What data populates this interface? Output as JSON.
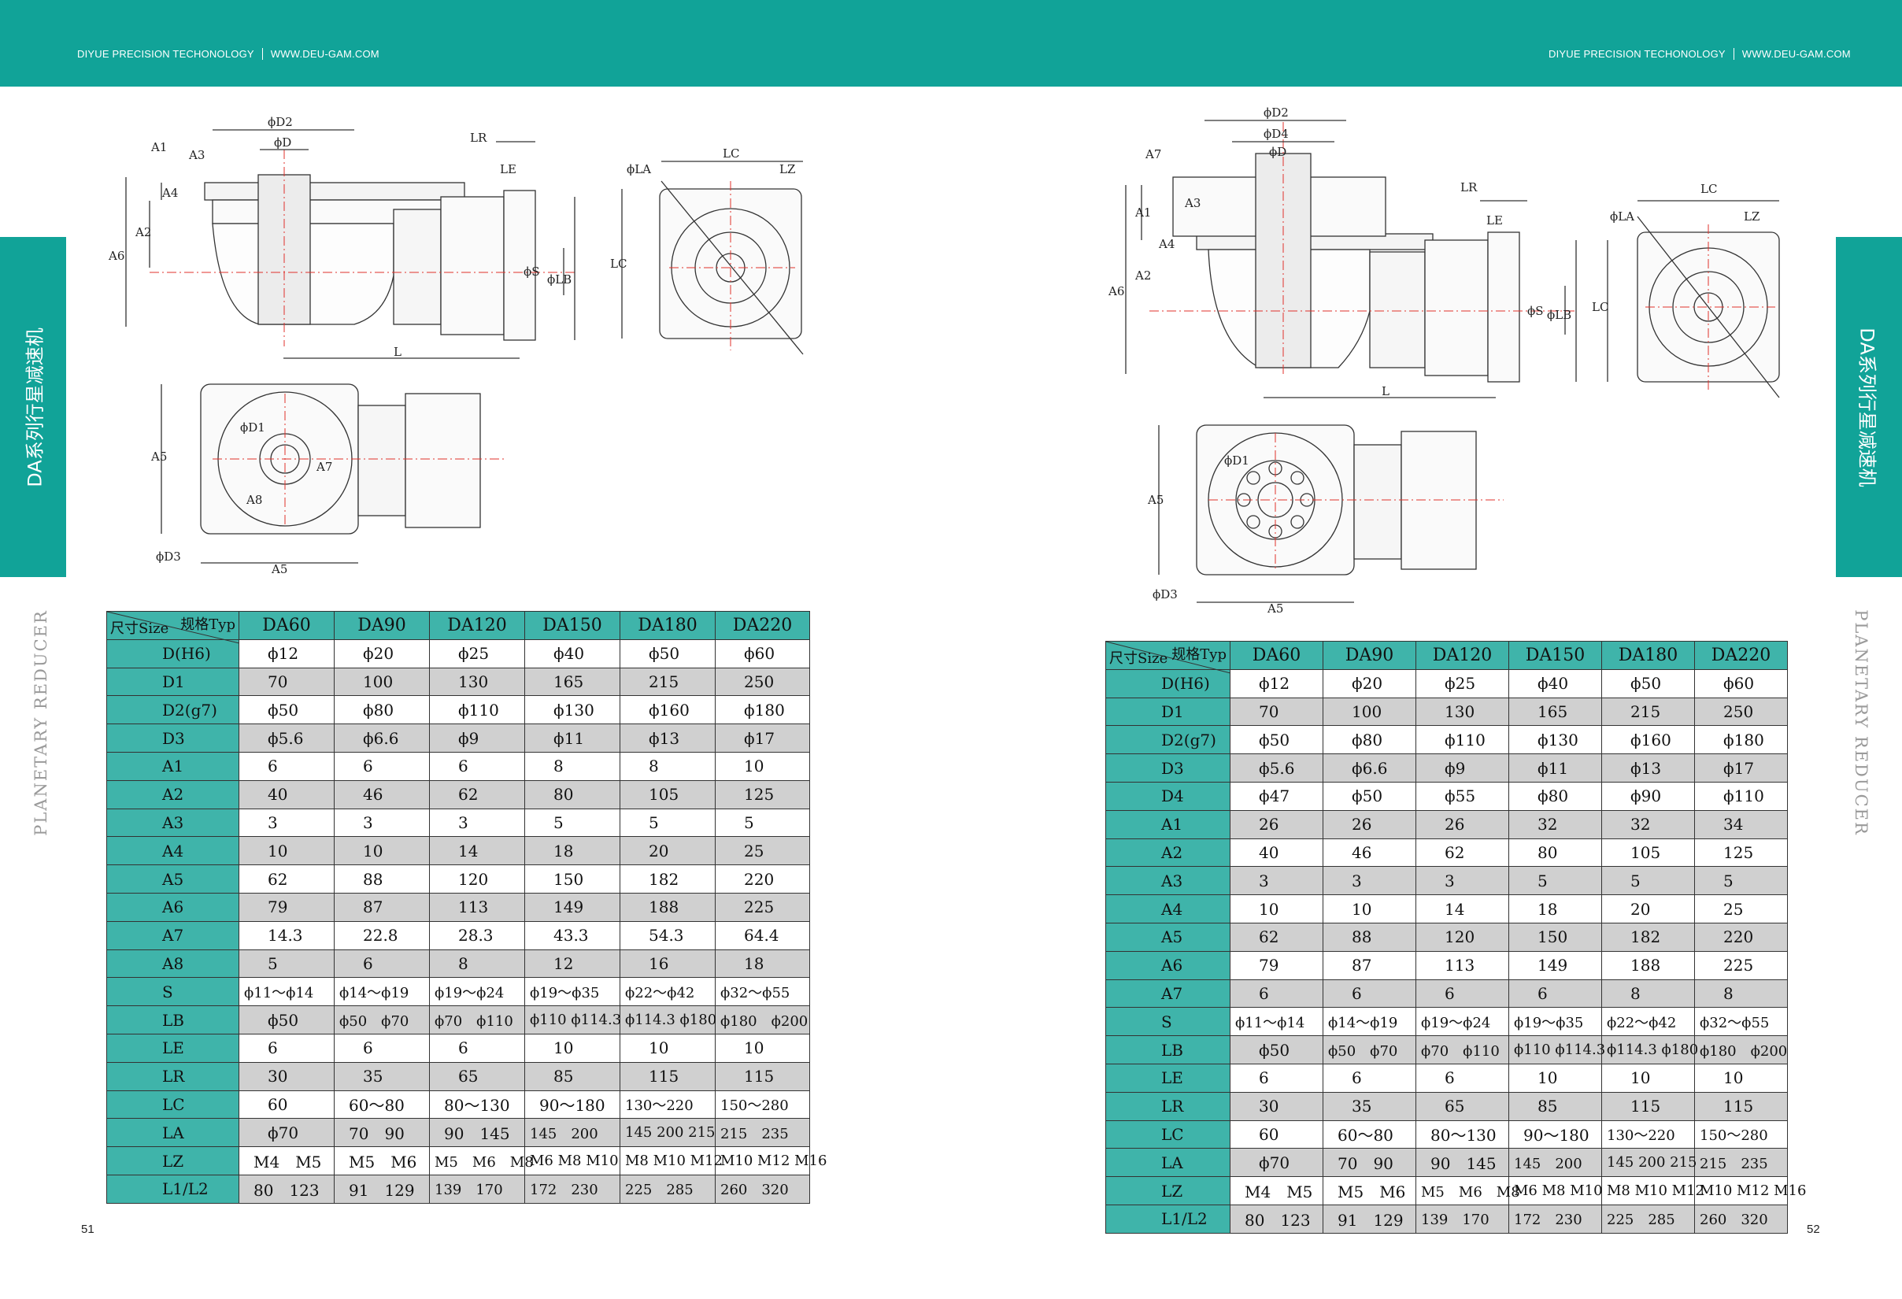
{
  "header": {
    "left": {
      "brand": "DIYUE PRECISION TECHONOLOGY",
      "url": "WWW.DEU-GAM.COM"
    },
    "right": {
      "brand": "DIYUE PRECISION TECHONOLOGY",
      "url": "WWW.DEU-GAM.COM"
    }
  },
  "side_tab_title": "DA系列行星减速机",
  "side_label": "PLANETARY REDUCER",
  "page_numbers": {
    "left": "51",
    "right": "52"
  },
  "drawings": {
    "left_top": {
      "labels": [
        "ϕD2",
        "ϕD",
        "A1",
        "A3",
        "A4",
        "A2",
        "A6",
        "LR",
        "LE",
        "ϕS",
        "ϕLB"
      ]
    },
    "left_front": {
      "labels": [
        "LC",
        "ϕLA",
        "LZ",
        "LC"
      ]
    },
    "left_bottom": {
      "labels": [
        "L",
        "ϕD1",
        "A7",
        "A8",
        "A5",
        "ϕD3",
        "A5"
      ]
    },
    "right_top": {
      "labels": [
        "ϕD2",
        "ϕD4",
        "ϕD",
        "A7",
        "A3",
        "A1",
        "A4",
        "A2",
        "A6",
        "LR",
        "LE",
        "ϕS",
        "ϕLB"
      ]
    },
    "right_front": {
      "labels": [
        "LC",
        "ϕLA",
        "LZ",
        "LC"
      ]
    },
    "right_bottom": {
      "labels": [
        "L",
        "ϕD1",
        "A5",
        "ϕD3",
        "A5"
      ]
    }
  },
  "tables": {
    "left": {
      "corner_size": "尺寸Size",
      "corner_type": "规格Typ",
      "columns": [
        "DA60",
        "DA90",
        "DA120",
        "DA150",
        "DA180",
        "DA220"
      ],
      "rows": [
        {
          "label": "D(H6)",
          "values": [
            "ϕ12",
            "ϕ20",
            "ϕ25",
            "ϕ40",
            "ϕ50",
            "ϕ60"
          ]
        },
        {
          "label": "D1",
          "values": [
            "70",
            "100",
            "130",
            "165",
            "215",
            "250"
          ]
        },
        {
          "label": "D2(g7)",
          "values": [
            "ϕ50",
            "ϕ80",
            "ϕ110",
            "ϕ130",
            "ϕ160",
            "ϕ180"
          ]
        },
        {
          "label": "D3",
          "values": [
            "ϕ5.6",
            "ϕ6.6",
            "ϕ9",
            "ϕ11",
            "ϕ13",
            "ϕ17"
          ]
        },
        {
          "label": "A1",
          "values": [
            "6",
            "6",
            "6",
            "8",
            "8",
            "10"
          ]
        },
        {
          "label": "A2",
          "values": [
            "40",
            "46",
            "62",
            "80",
            "105",
            "125"
          ]
        },
        {
          "label": "A3",
          "values": [
            "3",
            "3",
            "3",
            "5",
            "5",
            "5"
          ]
        },
        {
          "label": "A4",
          "values": [
            "10",
            "10",
            "14",
            "18",
            "20",
            "25"
          ]
        },
        {
          "label": "A5",
          "values": [
            "62",
            "88",
            "120",
            "150",
            "182",
            "220"
          ]
        },
        {
          "label": "A6",
          "values": [
            "79",
            "87",
            "113",
            "149",
            "188",
            "225"
          ]
        },
        {
          "label": "A7",
          "values": [
            "14.3",
            "22.8",
            "28.3",
            "43.3",
            "54.3",
            "64.4"
          ]
        },
        {
          "label": "A8",
          "values": [
            "5",
            "6",
            "8",
            "12",
            "16",
            "18"
          ]
        },
        {
          "label": "S",
          "values": [
            "ϕ11～ϕ14",
            "ϕ14～ϕ19",
            "ϕ19～ϕ24",
            "ϕ19～ϕ35",
            "ϕ22～ϕ42",
            "ϕ32～ϕ55"
          ]
        },
        {
          "label": "LB",
          "values": [
            "ϕ50",
            "ϕ50　ϕ70",
            "ϕ70　ϕ110",
            "ϕ110 ϕ114.3",
            "ϕ114.3 ϕ180",
            "ϕ180　ϕ200"
          ]
        },
        {
          "label": "LE",
          "values": [
            "6",
            "6",
            "6",
            "10",
            "10",
            "10"
          ]
        },
        {
          "label": "LR",
          "values": [
            "30",
            "35",
            "65",
            "85",
            "115",
            "115"
          ]
        },
        {
          "label": "LC",
          "values": [
            "60",
            "60～80",
            "80～130",
            "90～180",
            "130～220",
            "150～280"
          ]
        },
        {
          "label": "LA",
          "values": [
            "ϕ70",
            "70　90",
            "90　145",
            "145　200",
            "145 200 215",
            "215　235"
          ]
        },
        {
          "label": "LZ",
          "values": [
            "M4　M5",
            "M5　M6",
            "M5　M6　M8",
            "M6 M8 M10",
            "M8 M10 M12",
            "M10 M12 M16"
          ]
        },
        {
          "label": "L1/L2",
          "values": [
            "80　123",
            "91　129",
            "139　170",
            "172　230",
            "225　285",
            "260　320"
          ]
        }
      ]
    },
    "right": {
      "corner_size": "尺寸Size",
      "corner_type": "规格Typ",
      "columns": [
        "DA60",
        "DA90",
        "DA120",
        "DA150",
        "DA180",
        "DA220"
      ],
      "rows": [
        {
          "label": "D(H6)",
          "values": [
            "ϕ12",
            "ϕ20",
            "ϕ25",
            "ϕ40",
            "ϕ50",
            "ϕ60"
          ]
        },
        {
          "label": "D1",
          "values": [
            "70",
            "100",
            "130",
            "165",
            "215",
            "250"
          ]
        },
        {
          "label": "D2(g7)",
          "values": [
            "ϕ50",
            "ϕ80",
            "ϕ110",
            "ϕ130",
            "ϕ160",
            "ϕ180"
          ]
        },
        {
          "label": "D3",
          "values": [
            "ϕ5.6",
            "ϕ6.6",
            "ϕ9",
            "ϕ11",
            "ϕ13",
            "ϕ17"
          ]
        },
        {
          "label": "D4",
          "values": [
            "ϕ47",
            "ϕ50",
            "ϕ55",
            "ϕ80",
            "ϕ90",
            "ϕ110"
          ]
        },
        {
          "label": "A1",
          "values": [
            "26",
            "26",
            "26",
            "32",
            "32",
            "34"
          ]
        },
        {
          "label": "A2",
          "values": [
            "40",
            "46",
            "62",
            "80",
            "105",
            "125"
          ]
        },
        {
          "label": "A3",
          "values": [
            "3",
            "3",
            "3",
            "5",
            "5",
            "5"
          ]
        },
        {
          "label": "A4",
          "values": [
            "10",
            "10",
            "14",
            "18",
            "20",
            "25"
          ]
        },
        {
          "label": "A5",
          "values": [
            "62",
            "88",
            "120",
            "150",
            "182",
            "220"
          ]
        },
        {
          "label": "A6",
          "values": [
            "79",
            "87",
            "113",
            "149",
            "188",
            "225"
          ]
        },
        {
          "label": "A7",
          "values": [
            "6",
            "6",
            "6",
            "6",
            "8",
            "8"
          ]
        },
        {
          "label": "S",
          "values": [
            "ϕ11～ϕ14",
            "ϕ14～ϕ19",
            "ϕ19～ϕ24",
            "ϕ19～ϕ35",
            "ϕ22～ϕ42",
            "ϕ32～ϕ55"
          ]
        },
        {
          "label": "LB",
          "values": [
            "ϕ50",
            "ϕ50　ϕ70",
            "ϕ70　ϕ110",
            "ϕ110 ϕ114.3",
            "ϕ114.3 ϕ180",
            "ϕ180　ϕ200"
          ]
        },
        {
          "label": "LE",
          "values": [
            "6",
            "6",
            "6",
            "10",
            "10",
            "10"
          ]
        },
        {
          "label": "LR",
          "values": [
            "30",
            "35",
            "65",
            "85",
            "115",
            "115"
          ]
        },
        {
          "label": "LC",
          "values": [
            "60",
            "60～80",
            "80～130",
            "90～180",
            "130～220",
            "150～280"
          ]
        },
        {
          "label": "LA",
          "values": [
            "ϕ70",
            "70　90",
            "90　145",
            "145　200",
            "145 200 215",
            "215　235"
          ]
        },
        {
          "label": "LZ",
          "values": [
            "M4　M5",
            "M5　M6",
            "M5　M6　M8",
            "M6 M8 M10",
            "M8 M10 M12",
            "M10 M12 M16"
          ]
        },
        {
          "label": "L1/L2",
          "values": [
            "80　123",
            "91　129",
            "139　170",
            "172　230",
            "225　285",
            "260　320"
          ]
        }
      ]
    }
  },
  "colors": {
    "teal": "#11a398",
    "table_header": "#3fb4aa",
    "row_gray": "#d0d0d0",
    "center_line": "#e0312b"
  }
}
